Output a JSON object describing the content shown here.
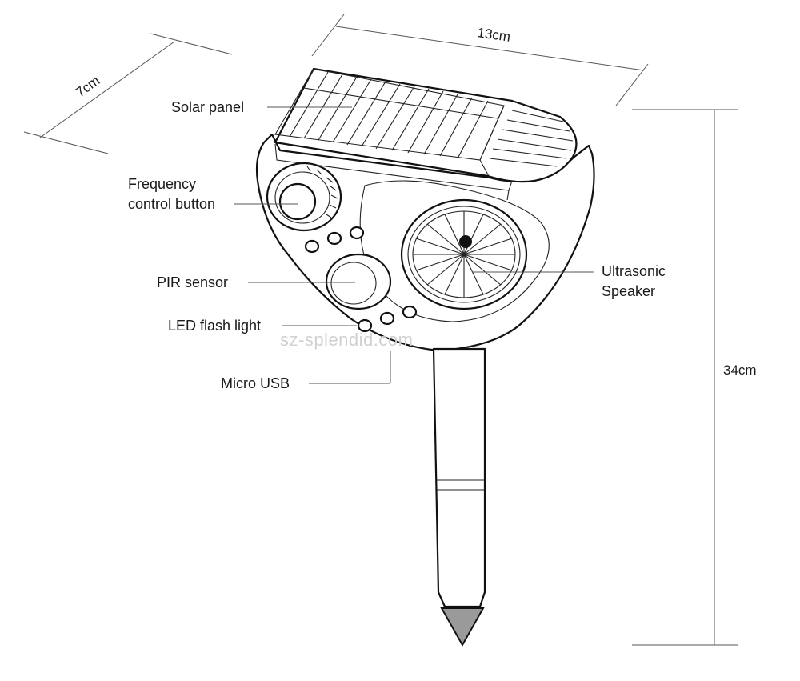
{
  "dimensions": {
    "width": "13cm",
    "depth": "7cm",
    "height": "34cm"
  },
  "labels": {
    "solar_panel": "Solar panel",
    "frequency_line1": "Frequency",
    "frequency_line2": "control button",
    "pir_sensor": "PIR sensor",
    "led_flash_light": "LED flash light",
    "micro_usb": "Micro USB",
    "ultrasonic_line1": "Ultrasonic",
    "ultrasonic_line2": "Speaker"
  },
  "watermark": "sz-splendid.com"
}
